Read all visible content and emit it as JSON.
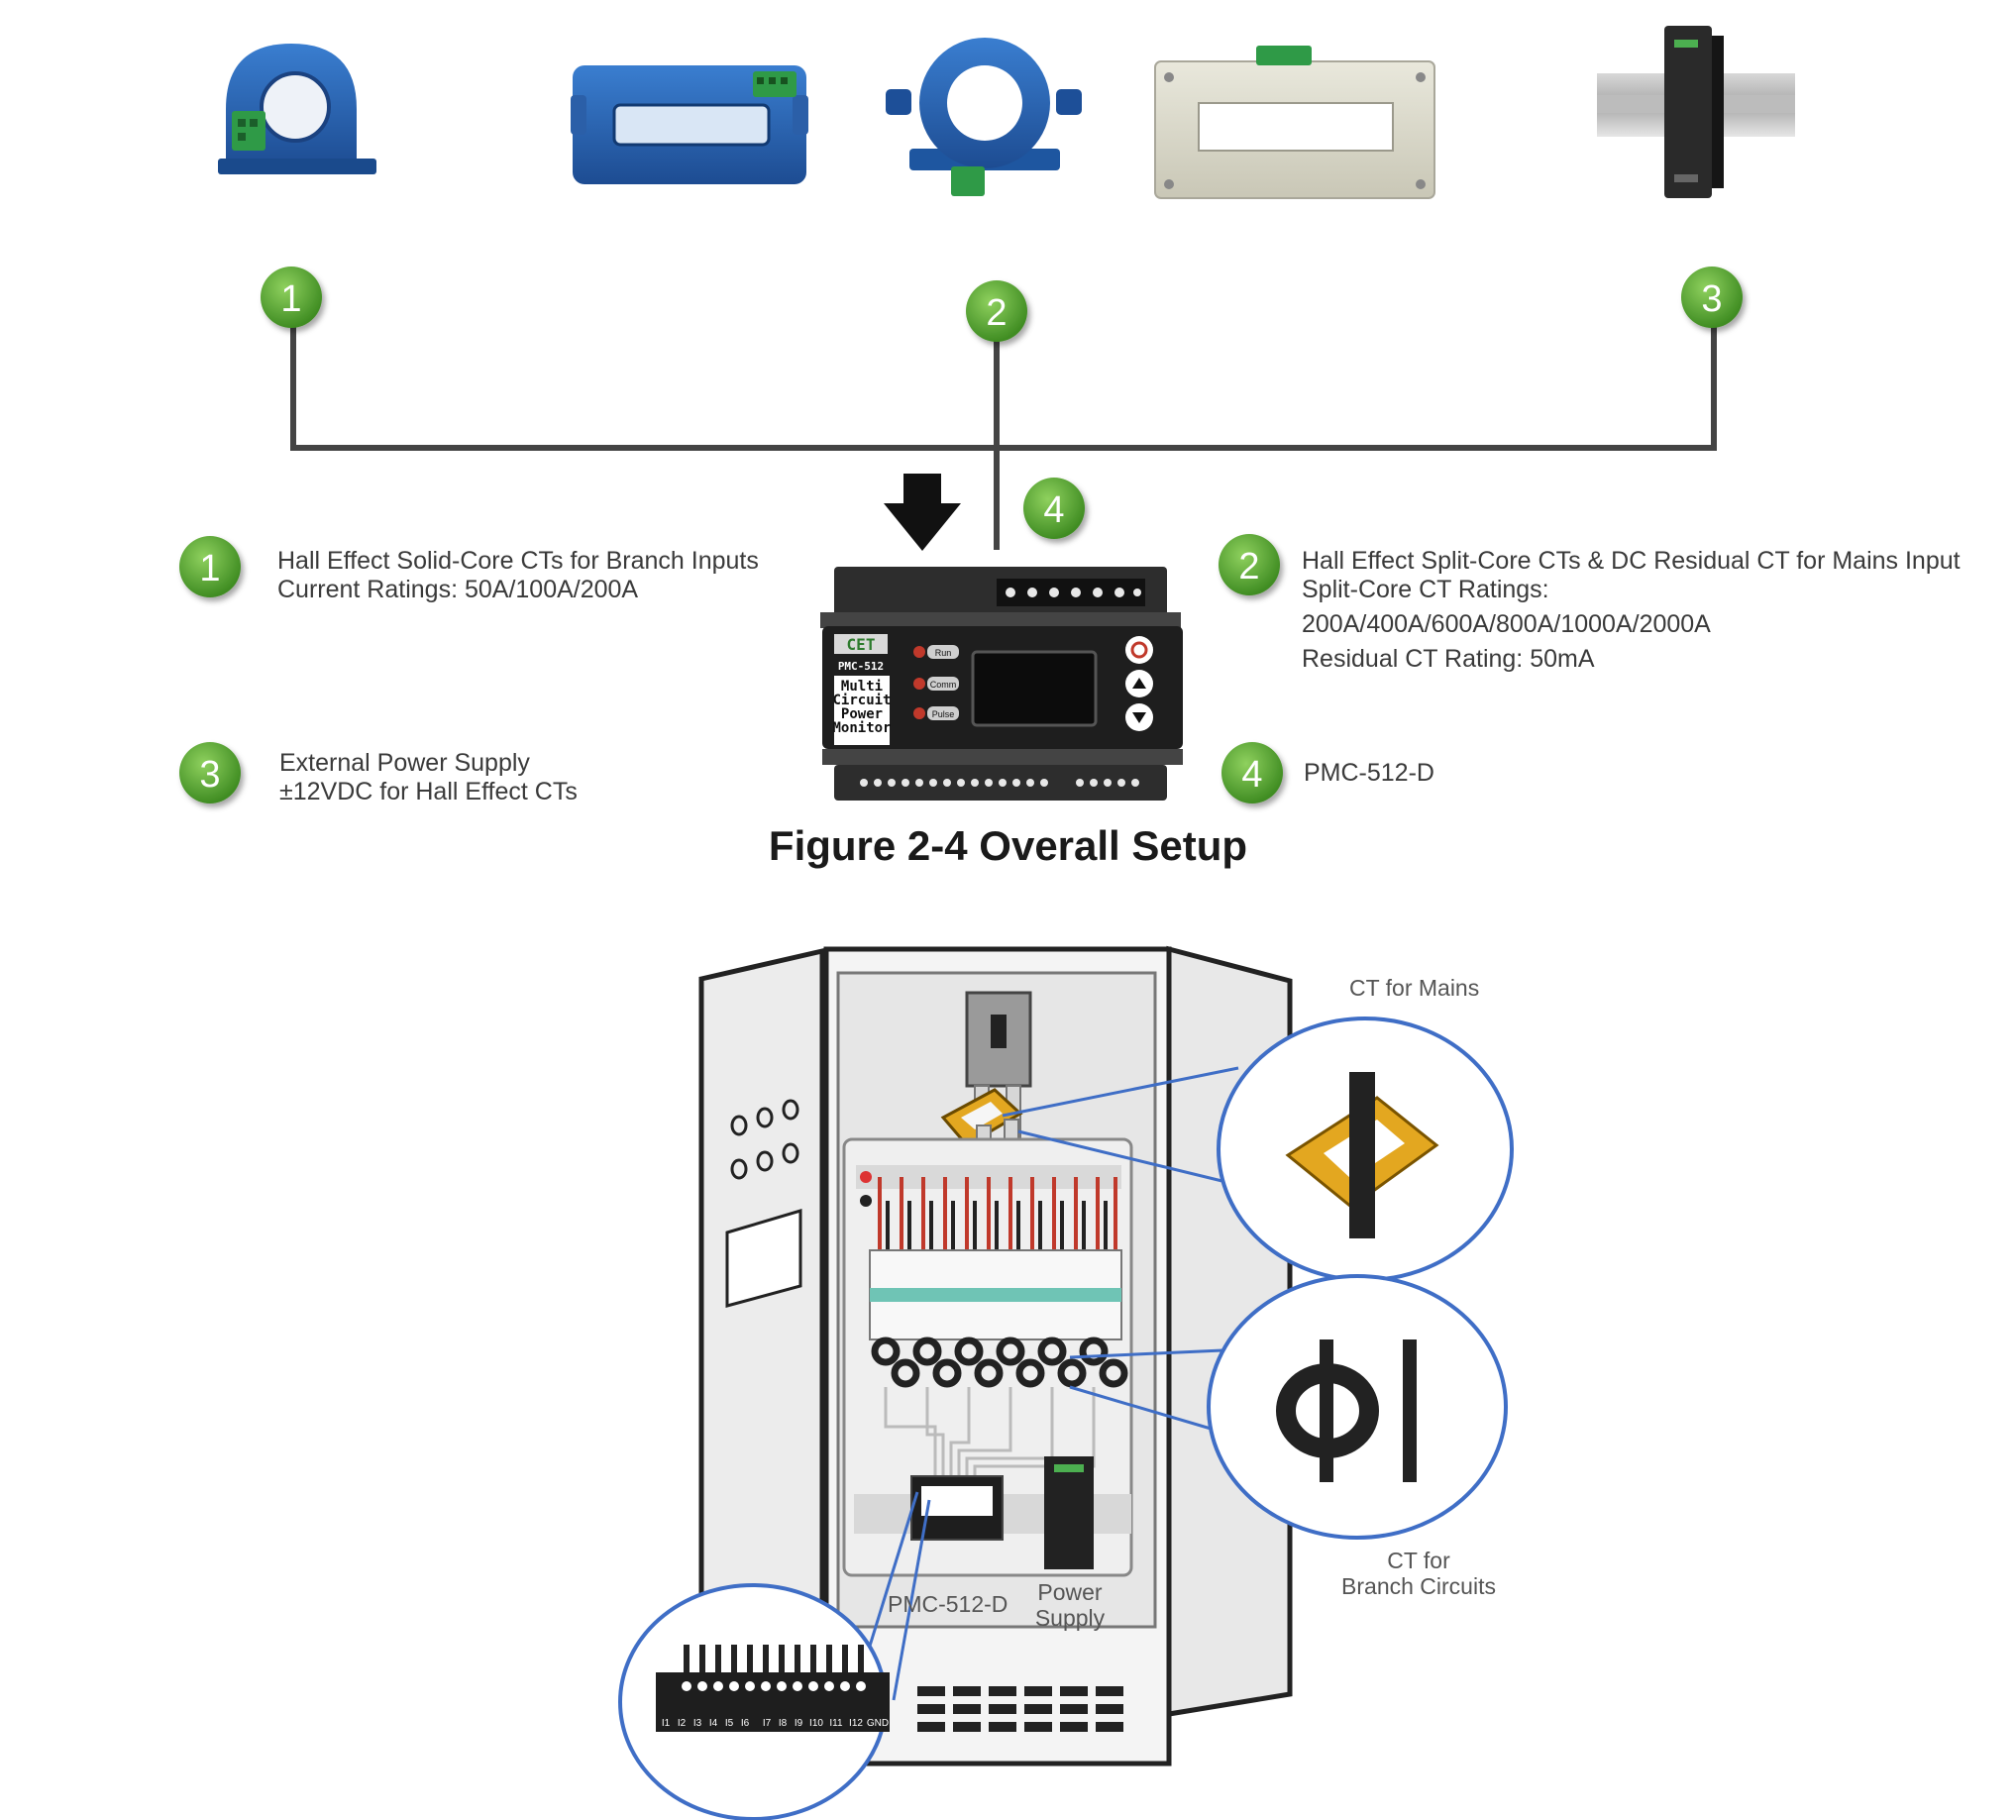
{
  "badges": {
    "b1": "1",
    "b2": "2",
    "b3": "3",
    "b4": "4"
  },
  "legend": {
    "item1": {
      "number": "1",
      "lines": [
        "Hall Effect Solid-Core CTs for Branch Inputs",
        "Current Ratings: 50A/100A/200A"
      ]
    },
    "item2": {
      "number": "2",
      "lines": [
        "Hall Effect Split-Core CTs & DC Residual CT for Mains Input",
        "Split-Core CT Ratings:",
        "200A/400A/600A/800A/1000A/2000A",
        "Residual CT Rating: 50mA"
      ]
    },
    "item3": {
      "number": "3",
      "lines": [
        "External Power Supply",
        "±12VDC for Hall Effect CTs"
      ]
    },
    "item4": {
      "number": "4",
      "lines": [
        "PMC-512-D"
      ]
    }
  },
  "device": {
    "brand": "CET",
    "model": "PMC-512",
    "name_lines": [
      "Multi",
      "Circuit",
      "Power",
      "Monitor"
    ],
    "leds": [
      "Run",
      "Comm",
      "Pulse"
    ]
  },
  "caption": "Figure 2-4 Overall Setup",
  "cabinet": {
    "ct_mains_label": "CT for Mains",
    "ct_branch_label": [
      "CT for",
      "Branch Circuits"
    ],
    "pmc_label": "PMC-512-D",
    "power_supply_label": [
      "Power",
      "Supply"
    ],
    "terminal_labels": [
      "I1",
      "I2",
      "I3",
      "I4",
      "I5",
      "I6",
      "I7",
      "I8",
      "I9",
      "I10",
      "I11",
      "I12",
      "GND"
    ]
  },
  "colors": {
    "badge_green": "#5aa833",
    "ct_blue": "#2a62b0",
    "wire": "#444444",
    "callout_blue": "#3f6ec6",
    "ct_yellow": "#e3a720"
  },
  "icons": [
    "solid-core-ct-icon",
    "split-core-ct-icon",
    "round-split-core-ct-icon",
    "residual-ct-icon",
    "din-power-supply-icon",
    "down-arrow-icon"
  ]
}
